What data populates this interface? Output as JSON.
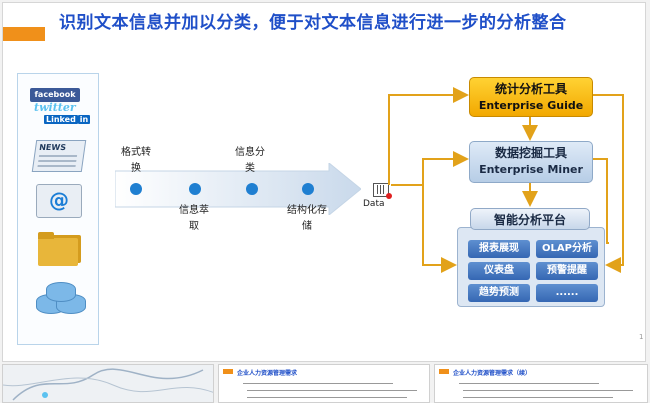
{
  "slide": {
    "title": "识别文本信息并加以分类，便于对文本信息进行进一步的分析整合",
    "page_number": "1"
  },
  "sources": {
    "social": {
      "facebook": "facebook",
      "twitter": "twitter",
      "linkedin": "Linked",
      "linkedin_badge": "in"
    },
    "news": "NEWS",
    "email": "@"
  },
  "pipeline": {
    "steps": [
      "格式转换",
      "信息萃取",
      "信息分类",
      "结构化存储"
    ],
    "output_label": "Data"
  },
  "tools": {
    "stat_cn": "统计分析工具",
    "stat_en": "Enterprise Guide",
    "mine_cn": "数据挖掘工具",
    "mine_en": "Enterprise Miner",
    "platform_title": "智能分析平台",
    "modules": [
      "报表展现",
      "OLAP分析",
      "仪表盘",
      "预警提醒",
      "趋势预测",
      "......"
    ]
  },
  "thumbnails": {
    "t2_title": "企业人力资源管理需求",
    "t3_title": "企业人力资源管理需求（续）"
  },
  "colors": {
    "accent_orange": "#f0901a",
    "title_blue": "#1f4fc8",
    "connector_gold": "#e2a21a",
    "module_blue": "#3567b3"
  }
}
